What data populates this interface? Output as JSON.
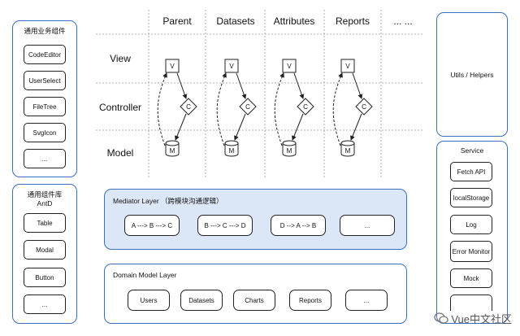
{
  "left_top_panel": {
    "title": "通用业务组件",
    "items": [
      "CodeEditor",
      "UserSelect",
      "FileTree",
      "SvgIcon",
      "..."
    ]
  },
  "left_bottom_panel": {
    "title_line1": "通用组件库",
    "title_line2": "AntD",
    "items": [
      "Table",
      "Modal",
      "Button",
      "..."
    ]
  },
  "columns": [
    "Parent",
    "Datasets",
    "Attributes",
    "Reports",
    "... ..."
  ],
  "rows": [
    "View",
    "Controller",
    "Model"
  ],
  "node_labels": {
    "view": "V",
    "controller": "C",
    "model": "M"
  },
  "mediator_layer": {
    "title": "Mediator Layer （跨模块沟通逻辑）",
    "items": [
      "A ---> B ---> C",
      "B ---> C ---> D",
      "D --> A --> B",
      "..."
    ]
  },
  "domain_layer": {
    "title": "Domain Model Layer",
    "items": [
      "Users",
      "Datasets",
      "Charts",
      "Reports",
      "..."
    ]
  },
  "right_top_panel": {
    "title": "Utils / Helpers"
  },
  "right_bottom_panel": {
    "title": "Service",
    "items": [
      "Fetch API",
      "localStorage",
      "Log",
      "Error Monitor",
      "Mock",
      ""
    ]
  },
  "watermark": "Vue中文社区",
  "colors": {
    "panel_border": "#3b6fc4",
    "mediator_fill": "#dbe7f7",
    "grid_line": "#999999"
  }
}
